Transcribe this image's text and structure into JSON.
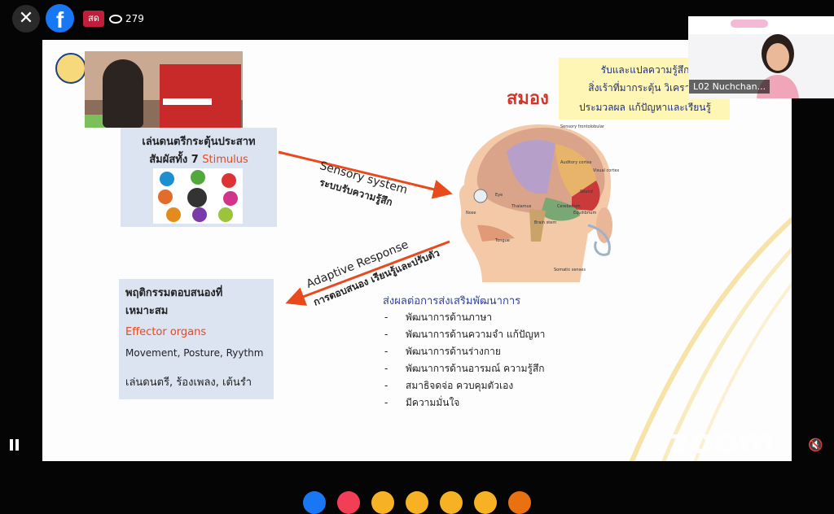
{
  "top_bar": {
    "close_icon": "✕",
    "fb_letter": "f",
    "live_label": "สด",
    "viewer_count": "279"
  },
  "slide": {
    "box1": {
      "line1": "เล่นดนตรีกระตุ้นประสาท",
      "line2_prefix": "สัมผัสทั้ง 7 ",
      "line2_suffix": "Stimulus"
    },
    "sensory_en": "Sensory system",
    "sensory_th": "ระบบรับความรู้สึก",
    "adaptive_en": "Adaptive Response",
    "adaptive_th": "การตอบสนอง เรียนรู้และปรับตัว",
    "brain_title": "สมอง",
    "yellow_box": [
      "รับและแปลความรู้สึก",
      "สิ่งเร้าที่มากระตุ้น วิเคราะห์",
      "ประมวลผล แก้ปัญหาและเรียนรู้"
    ],
    "box2": {
      "line1": "พฤติกรรมตอบสนองที่",
      "line2": "เหมาะสม",
      "line3": "Effector organs",
      "line4": "Movement, Posture, Ryythm",
      "line5": "เล่นดนตรี, ร้องเพลง, เต้นรำ"
    },
    "list_title": "ส่งผลต่อการส่งเสริมพัฒนาการ",
    "list_dash": "-",
    "list_items": [
      "พัฒนาการด้านภาษา",
      "พัฒนาการด้านความจำ แก้ปัญหา",
      "พัฒนาการด้านร่างกาย",
      "พัฒนาการด้านอารมณ์ ความรู้สึก",
      "สมาธิจดจ่อ ควบคุมตัวเอง",
      "มีความมั่นใจ"
    ],
    "brain_labels": [
      "Sensory\nfrontolobular",
      "Visual\ncortex",
      "Sound",
      "Equilibrium",
      "Somatic\nsenses",
      "Tongue",
      "Nose",
      "Eye",
      "Cerebellum",
      "Brain\nstem",
      "Thalamus",
      "Auditory\ncortex"
    ]
  },
  "zoom_watermark": "zoom",
  "video_tile": {
    "name": "L02 Nuchchan..."
  },
  "controls": {
    "mute_icon": "🔇"
  }
}
